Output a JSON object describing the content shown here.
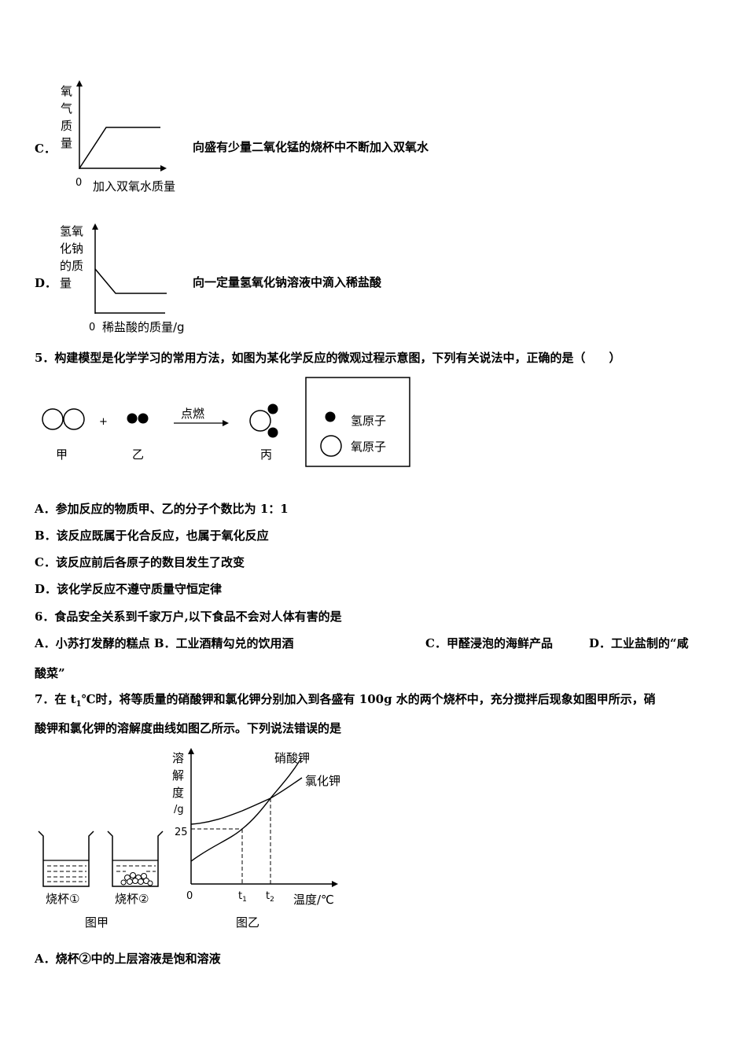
{
  "graph_c": {
    "letter": "C．",
    "y_label": [
      "氧",
      "气",
      "质",
      "量"
    ],
    "origin": "0",
    "x_label": "加入双氧水质量",
    "caption": "向盛有少量二氧化锰的烧杯中不断加入双氧水"
  },
  "graph_d": {
    "letter": "D．",
    "y_label": [
      "氢氧",
      "化钠",
      "的质",
      "量"
    ],
    "origin": "0",
    "x_label": "稀盐酸的质量/g",
    "caption": "向一定量氢氧化钠溶液中滴入稀盐酸"
  },
  "q5": {
    "stem": "5．构建模型是化学学习的常用方法，如图为某化学反应的微观过程示意图，下列有关说法中，正确的是（　　）",
    "diagram": {
      "plus": "+",
      "arrow_label": "点燃",
      "label_jia": "甲",
      "label_yi": "乙",
      "label_bing": "丙",
      "legend_h": "氢原子",
      "legend_o": "氧原子"
    },
    "options": [
      "A．参加反应的物质甲、乙的分子个数比为 1：1",
      "B．该反应既属于化合反应，也属于氧化反应",
      "C．该反应前后各原子的数目发生了改变",
      "D．该化学反应不遵守质量守恒定律"
    ]
  },
  "q6": {
    "stem": "6．食品安全关系到千家万户,以下食品不会对人体有害的是",
    "opt_ab": "A．小苏打发酵的糕点 B．工业酒精勾兑的饮用酒",
    "opt_c": "C．甲醛浸泡的海鲜产品",
    "opt_d": "D．工业盐制的“咸",
    "opt_d_cont": "酸菜”"
  },
  "q7": {
    "stem_pre": "7．在 t",
    "stem_sub": "1",
    "stem_post": "℃时，将等质量的硝酸钾和氯化钾分别加入到各盛有 100g 水的两个烧杯中，充分搅拌后现象如图甲所示，硝",
    "stem_line2": "酸钾和氯化钾的溶解度曲线如图乙所示。下列说法错误的是",
    "fig_jia": {
      "beaker1": "烧杯①",
      "beaker2": "烧杯②",
      "caption": "图甲"
    },
    "fig_yi": {
      "y_label": [
        "溶",
        "解",
        "度",
        "/g"
      ],
      "tick_25": "25",
      "origin": "0",
      "t1": "t",
      "t1_sub": "1",
      "t2": "t",
      "t2_sub": "2",
      "x_label": "温度/℃",
      "curve1": "硝酸钾",
      "curve2": "氯化钾",
      "caption": "图乙"
    },
    "options": [
      "A．烧杯②中的上层溶液是饱和溶液"
    ]
  }
}
